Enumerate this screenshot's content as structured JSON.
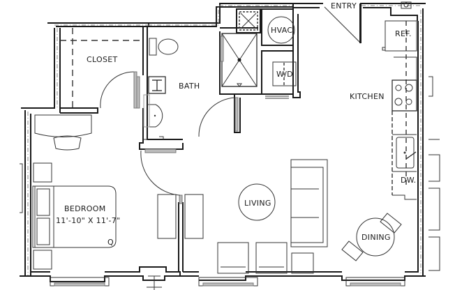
{
  "floor_plan": {
    "rooms": {
      "closet": "CLOSET",
      "bath": "BATH",
      "entry": "ENTRY",
      "hvac": "HVAC",
      "washer_dryer": "W/D",
      "refrigerator": "REF.",
      "kitchen": "KITCHEN",
      "dishwasher": "DW.",
      "bedroom": "BEDROOM",
      "bedroom_dimensions": "11'-10\" X 11'-7\"",
      "bed_size": "Q",
      "living": "LIVING",
      "dining": "DINING"
    },
    "colors": {
      "line": "#1a1a1a",
      "background": "#ffffff",
      "wall_fill": "#bdbdbd"
    }
  }
}
